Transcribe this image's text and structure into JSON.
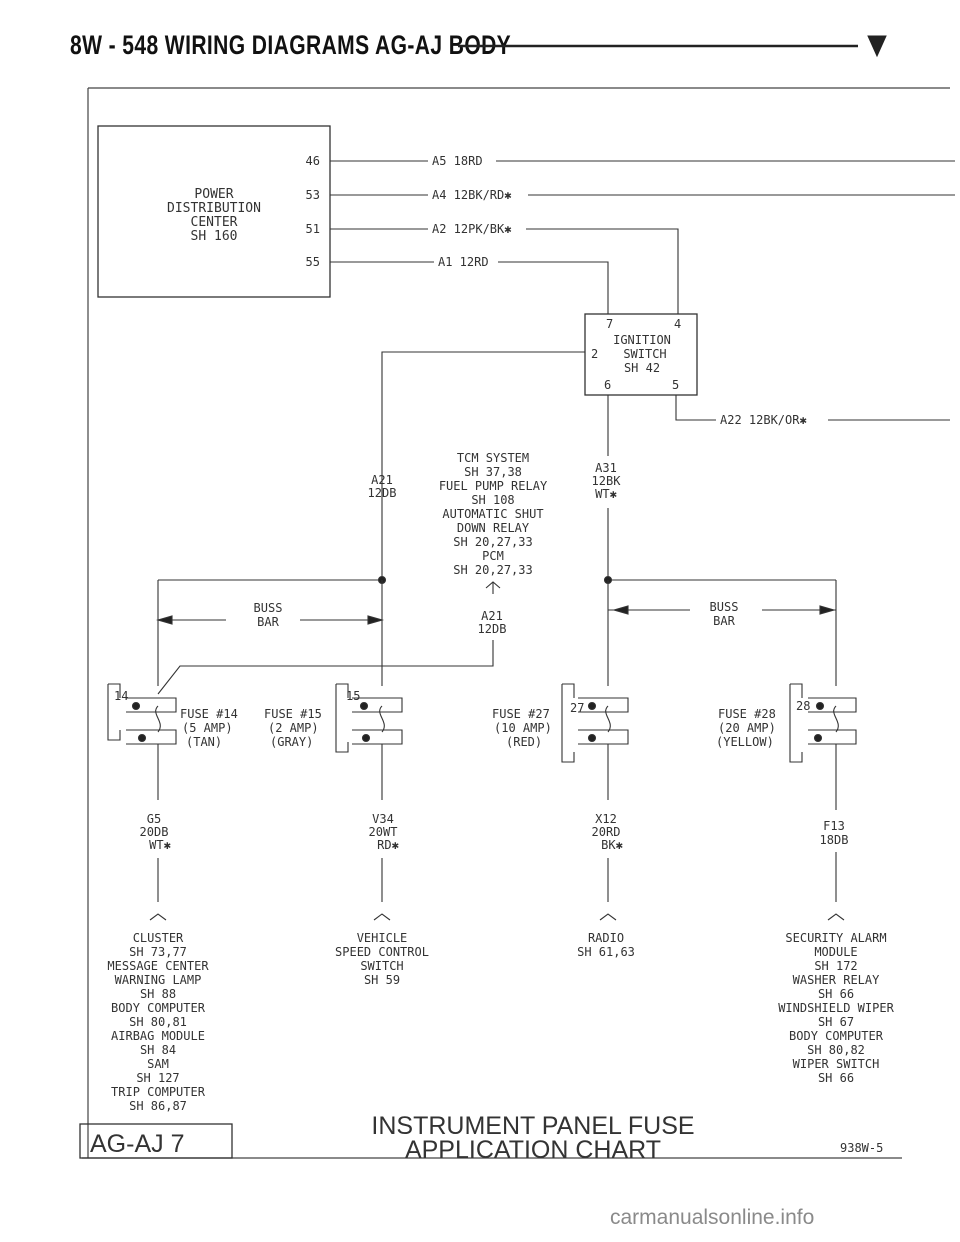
{
  "header": {
    "title": "8W - 548   WIRING DIAGRAMS AG-AJ BODY"
  },
  "pdc": {
    "label": [
      "POWER",
      "DISTRIBUTION",
      "CENTER",
      "SH 160"
    ],
    "pins": [
      "46",
      "53",
      "51",
      "55"
    ],
    "wires": [
      "A5 18RD",
      "A4 12BK/RD✱",
      "A2 12PK/BK✱",
      "A1 12RD"
    ]
  },
  "ignition": {
    "pins_top": [
      "7",
      "4"
    ],
    "pin_left": "2",
    "pins_bottom": [
      "6",
      "5"
    ],
    "label": [
      "IGNITION",
      "SWITCH",
      "SH 42"
    ],
    "output_wire": "A22 12BK/OR✱"
  },
  "circuits": {
    "a21_left": [
      "A21",
      "12DB"
    ],
    "a31": [
      "A31",
      "12BK",
      "WT✱"
    ],
    "a21_center": [
      "A21",
      "12DB"
    ],
    "tcm_text": [
      "TCM SYSTEM",
      "SH 37,38",
      "FUEL PUMP RELAY",
      "SH 108",
      "AUTOMATIC SHUT",
      "DOWN RELAY",
      "SH 20,27,33",
      "PCM",
      "SH 20,27,33"
    ]
  },
  "buss_bars": [
    {
      "label": [
        "BUSS",
        "BAR"
      ]
    },
    {
      "label": [
        "BUSS",
        "BAR"
      ]
    }
  ],
  "fuses": [
    {
      "number": "14",
      "label": [
        "FUSE #14",
        "(5 AMP)",
        "(TAN)"
      ]
    },
    {
      "number": "15",
      "label": [
        "FUSE #15",
        "(2 AMP)",
        "(GRAY)"
      ]
    },
    {
      "number": "27",
      "label": [
        "FUSE #27",
        "(10 AMP)",
        "(RED)"
      ]
    },
    {
      "number": "28",
      "label": [
        "FUSE #28",
        "(20 AMP)",
        "(YELLOW)"
      ]
    }
  ],
  "outputs": [
    {
      "wire": [
        "G5",
        "20DB",
        "WT✱"
      ],
      "destinations": [
        "CLUSTER",
        "SH 73,77",
        "MESSAGE CENTER",
        "WARNING LAMP",
        "SH 88",
        "BODY COMPUTER",
        "SH 80,81",
        "AIRBAG MODULE",
        "SH 84",
        "SAM",
        "SH 127",
        "TRIP COMPUTER",
        "SH 86,87"
      ]
    },
    {
      "wire": [
        "V34",
        "20WT",
        "RD✱"
      ],
      "destinations": [
        "VEHICLE",
        "SPEED CONTROL",
        "SWITCH",
        "SH 59"
      ]
    },
    {
      "wire": [
        "X12",
        "20RD",
        "BK✱"
      ],
      "destinations": [
        "RADIO",
        "SH 61,63"
      ]
    },
    {
      "wire": [
        "F13",
        "18DB"
      ],
      "destinations": [
        "SECURITY ALARM",
        "MODULE",
        "SH 172",
        "WASHER RELAY",
        "SH 66",
        "WINDSHIELD WIPER",
        "SH 67",
        "BODY COMPUTER",
        "SH 80,82",
        "WIPER SWITCH",
        "SH 66"
      ]
    }
  ],
  "footer": {
    "tag": "AG-AJ  7",
    "chart_title": [
      "INSTRUMENT PANEL FUSE",
      "APPLICATION CHART"
    ],
    "code": "938W-5"
  },
  "watermark": "carmanualsonline.info",
  "colors": {
    "ink": "#333333",
    "paper": "#ffffff"
  }
}
